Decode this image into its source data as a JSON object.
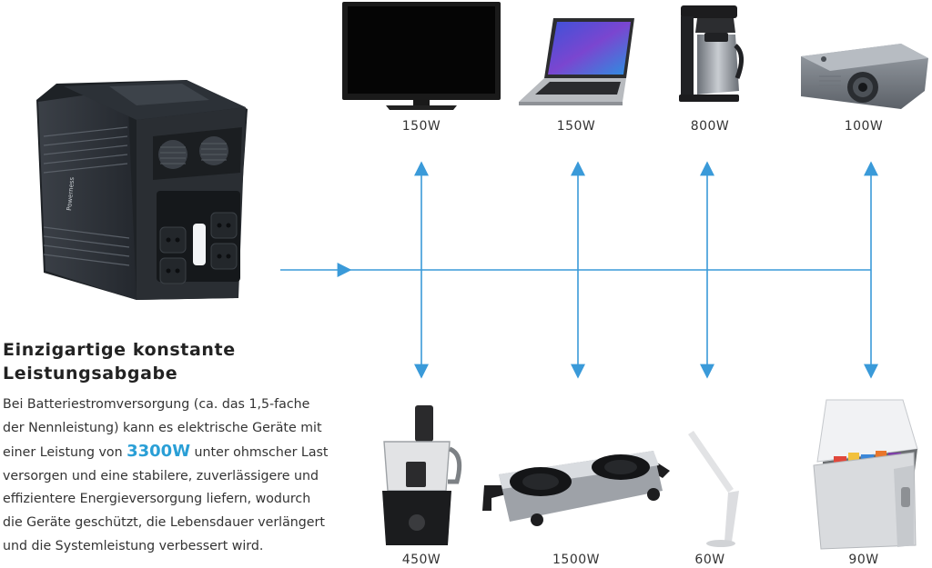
{
  "heading": {
    "line1": "Einzigartige konstante",
    "line2": "Leistungsabgabe"
  },
  "description": {
    "lines": [
      "Bei Batteriestromversorgung (ca. das 1,5-fache",
      "der Nennleistung) kann es elektrische Geräte mit"
    ],
    "line3_before": "einer Leistung von ",
    "highlight": "3300W",
    "line3_after": " unter ohmscher Last",
    "rest": [
      "versorgen und eine stabilere, zuverlässigere und",
      "effizientere Energieversorgung liefern, wodurch",
      "die Geräte geschützt, die Lebensdauer verlängert",
      "und die Systemleistung verbessert wird."
    ]
  },
  "power_station": {
    "brand": "Powerness"
  },
  "devices_top": [
    {
      "name": "tv",
      "watt": "150W"
    },
    {
      "name": "laptop",
      "watt": "150W"
    },
    {
      "name": "coffee-maker",
      "watt": "800W"
    },
    {
      "name": "projector",
      "watt": "100W"
    }
  ],
  "devices_bottom": [
    {
      "name": "food-processor",
      "watt": "450W"
    },
    {
      "name": "hot-plate",
      "watt": "1500W"
    },
    {
      "name": "desk-lamp",
      "watt": "60W"
    },
    {
      "name": "cooler-box",
      "watt": "90W"
    }
  ],
  "colors": {
    "accent": "#2a9fd6",
    "line": "#3a9ad9"
  }
}
